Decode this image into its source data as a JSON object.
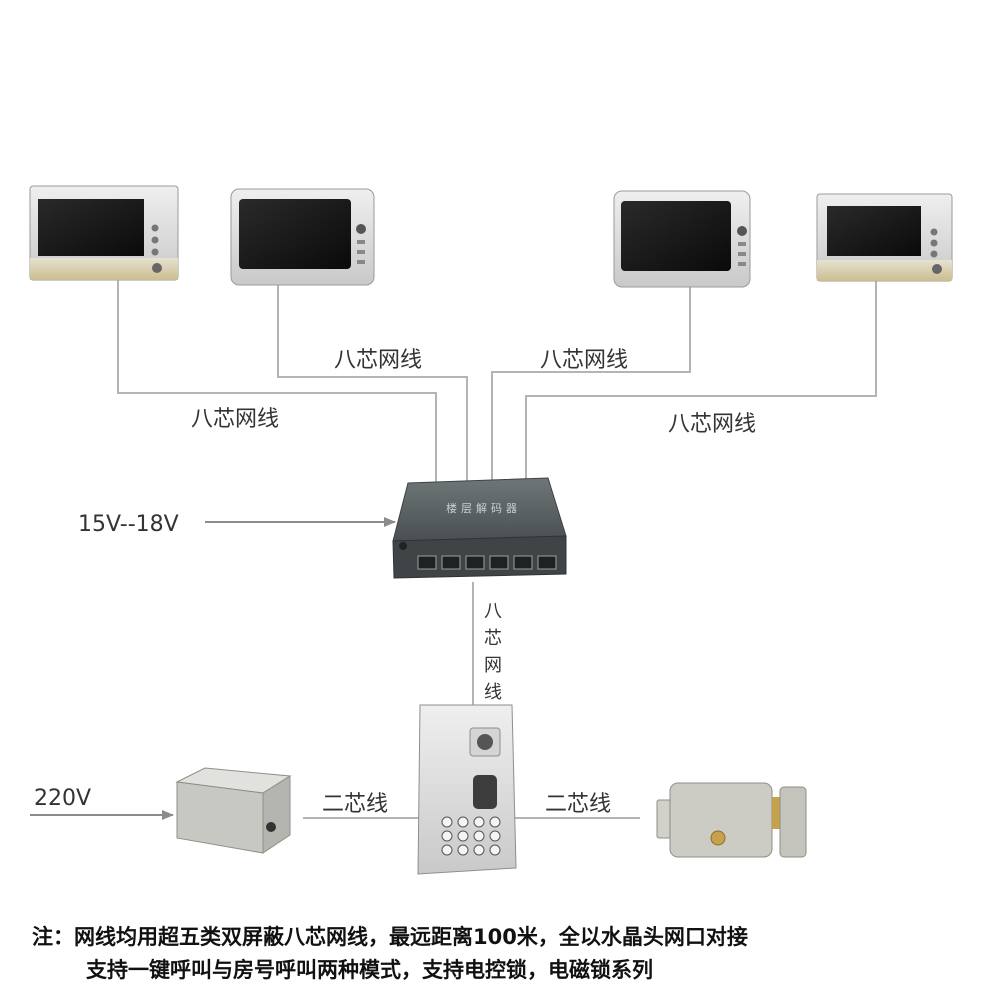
{
  "labels": {
    "cable_top_left": "八芯网线",
    "cable_top_right": "八芯网线",
    "cable_mid_left": "八芯网线",
    "cable_mid_right": "八芯网线",
    "cable_vertical": [
      "八",
      "芯",
      "网",
      "线"
    ],
    "power_input": "15V--18V",
    "mains_input": "220V",
    "two_core_left": "二芯线",
    "two_core_right": "二芯线"
  },
  "decoder": {
    "face_text": "楼层解码器"
  },
  "note": {
    "line1": "注：网线均用超五类双屏蔽八芯网线，最远距离100米，全以水晶头网口对接",
    "line2": "支持一键呼叫与房号呼叫两种模式，支持电控锁，电磁锁系列"
  },
  "colors": {
    "wire": "#b4b4b4",
    "arrow": "#8c8c8c",
    "text": "#333333"
  }
}
